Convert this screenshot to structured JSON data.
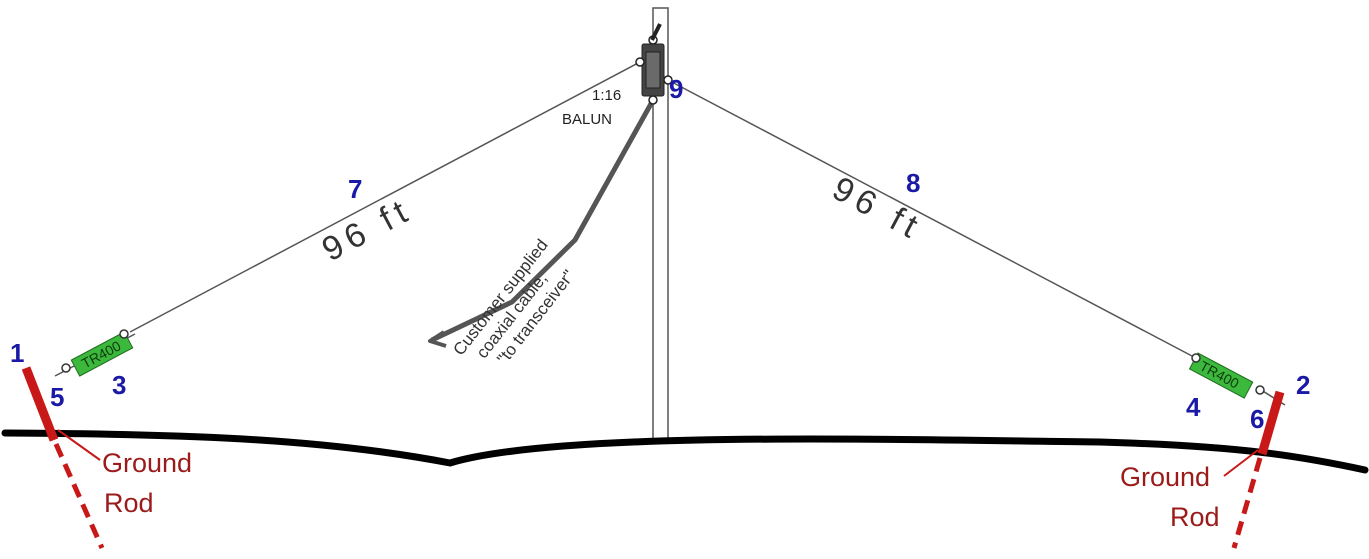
{
  "diagram": {
    "balun": {
      "ratio": "1:16",
      "label": "BALUN"
    },
    "wires": [
      {
        "number": "7",
        "length": "96 ft"
      },
      {
        "number": "8",
        "length": "96 ft"
      }
    ],
    "points": {
      "left_rod": "1",
      "right_rod": "2",
      "left_insulator": "3",
      "right_insulator": "4",
      "left_clamp": "5",
      "right_clamp": "6",
      "balun_point": "9"
    },
    "resistors": {
      "left": "TR400",
      "right": "TR400"
    },
    "coax_note": [
      "Customer supplied",
      "coaxial cable,",
      "\"to transceiver\""
    ],
    "ground_rods": {
      "left": [
        "Ground",
        "Rod"
      ],
      "right": [
        "Ground",
        "Rod"
      ]
    },
    "colors": {
      "number_blue": "#1a1aa6",
      "ground_red": "#c81818",
      "resistor_green": "#3cb83c",
      "wire": "#555555"
    }
  }
}
